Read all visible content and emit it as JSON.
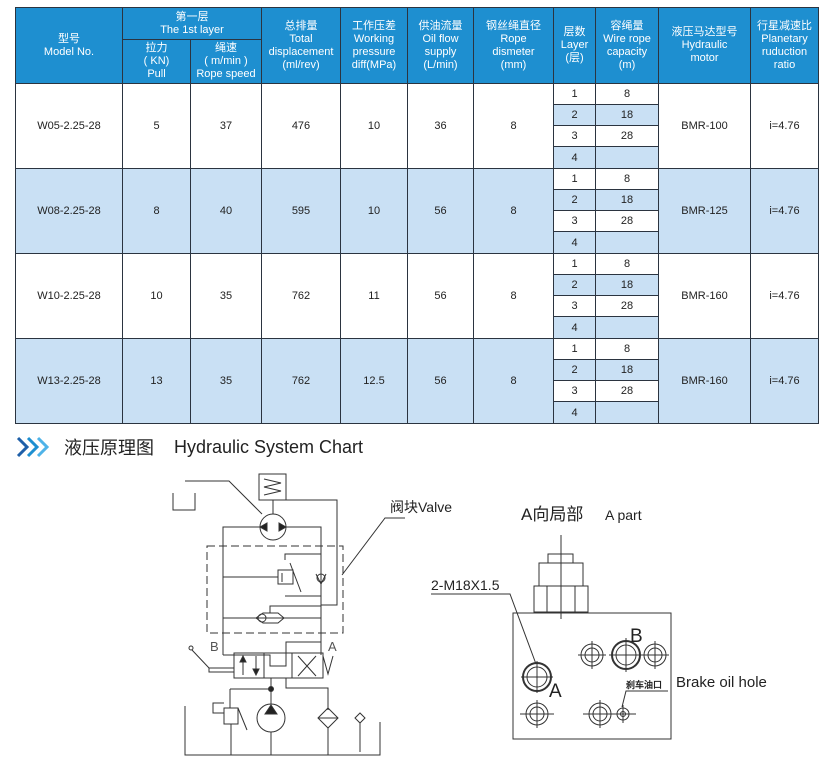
{
  "table": {
    "headers": {
      "model": {
        "cn": "型号",
        "en": "Model No."
      },
      "layer1": {
        "cn": "第一层",
        "en": "The 1st layer"
      },
      "pull": {
        "cn": "拉力",
        "unit": "( KN)",
        "en": "Pull"
      },
      "speed": {
        "cn": "绳速",
        "unit": "( m/min )",
        "en": "Rope speed"
      },
      "disp": {
        "cn": "总排量",
        "en1": "Total",
        "en2": "displacement",
        "unit": "(ml/rev)"
      },
      "press": {
        "cn": "工作压差",
        "en1": "Working",
        "en2": "pressure",
        "unit": "diff(MPa)"
      },
      "flow": {
        "cn": "供油流量",
        "en1": "Oil flow",
        "en2": "supply",
        "unit": "(L/min)"
      },
      "rope": {
        "cn": "钢丝绳直径",
        "en1": "Rope",
        "en2": "dismeter",
        "unit": "(mm)"
      },
      "layer": {
        "cn": "层数",
        "en": "Layer",
        "unit": "(层)"
      },
      "cap": {
        "cn": "容绳量",
        "en1": "Wire rope",
        "en2": "capacity",
        "unit": "(m)"
      },
      "motor": {
        "cn": "液压马达型号",
        "en1": "Hydraulic",
        "en2": "motor"
      },
      "ratio": {
        "cn": "行星减速比",
        "en1": "Planetary",
        "en2": "ruduction",
        "en3": "ratio"
      }
    },
    "rows": [
      {
        "model": "W05-2.25-28",
        "pull": "5",
        "speed": "37",
        "disp": "476",
        "press": "10",
        "flow": "36",
        "rope": "8",
        "layers": [
          "1",
          "2",
          "3",
          "4"
        ],
        "caps": [
          "8",
          "18",
          "28",
          ""
        ],
        "motor": "BMR-100",
        "ratio": "i=4.76"
      },
      {
        "model": "W08-2.25-28",
        "pull": "8",
        "speed": "40",
        "disp": "595",
        "press": "10",
        "flow": "56",
        "rope": "8",
        "layers": [
          "1",
          "2",
          "3",
          "4"
        ],
        "caps": [
          "8",
          "18",
          "28",
          ""
        ],
        "motor": "BMR-125",
        "ratio": "i=4.76"
      },
      {
        "model": "W10-2.25-28",
        "pull": "10",
        "speed": "35",
        "disp": "762",
        "press": "11",
        "flow": "56",
        "rope": "8",
        "layers": [
          "1",
          "2",
          "3",
          "4"
        ],
        "caps": [
          "8",
          "18",
          "28",
          ""
        ],
        "motor": "BMR-160",
        "ratio": "i=4.76"
      },
      {
        "model": "W13-2.25-28",
        "pull": "13",
        "speed": "35",
        "disp": "762",
        "press": "12.5",
        "flow": "56",
        "rope": "8",
        "layers": [
          "1",
          "2",
          "3",
          "4"
        ],
        "caps": [
          "8",
          "18",
          "28",
          ""
        ],
        "motor": "BMR-160",
        "ratio": "i=4.76"
      }
    ]
  },
  "section": {
    "title_cn": "液压原理图",
    "title_en": "Hydraulic System Chart",
    "icon": "double-chevron-right-icon"
  },
  "hydraulic": {
    "valve_label": "阀块Valve",
    "port_a": "A",
    "port_b": "B"
  },
  "apart": {
    "title_cn": "A向局部",
    "title_en": "A part",
    "thread": "2-M18X1.5",
    "port_a": "A",
    "port_b": "B",
    "brake_cn": "刹车油口",
    "brake_en": "Brake oil hole"
  },
  "colors": {
    "header_bg": "#1e8fd0",
    "row_blue": "#c9e0f4",
    "chevron": "#1e8fd0"
  }
}
